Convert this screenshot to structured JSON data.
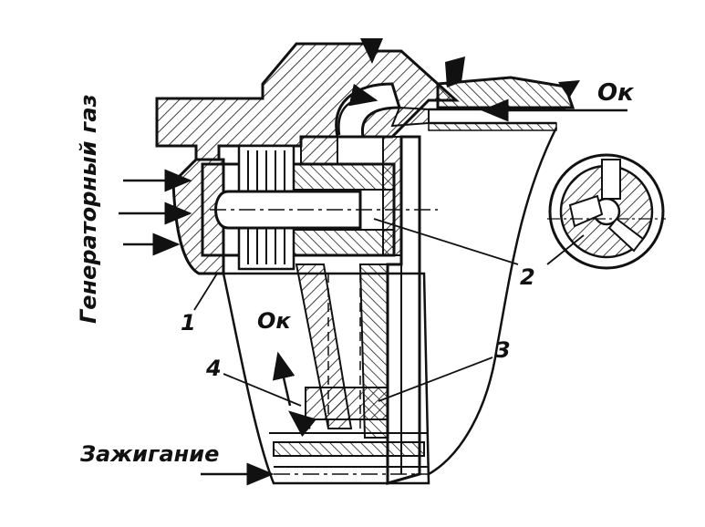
{
  "labels": {
    "generator_gas": "Генераторный газ",
    "oxidizer_top": "Ок",
    "oxidizer_lower": "Ок",
    "ignition": "Зажигание",
    "callout_1": "1",
    "callout_2": "2",
    "callout_3": "3",
    "callout_4": "4"
  },
  "colors": {
    "ink": "#111111",
    "paper": "#ffffff"
  }
}
